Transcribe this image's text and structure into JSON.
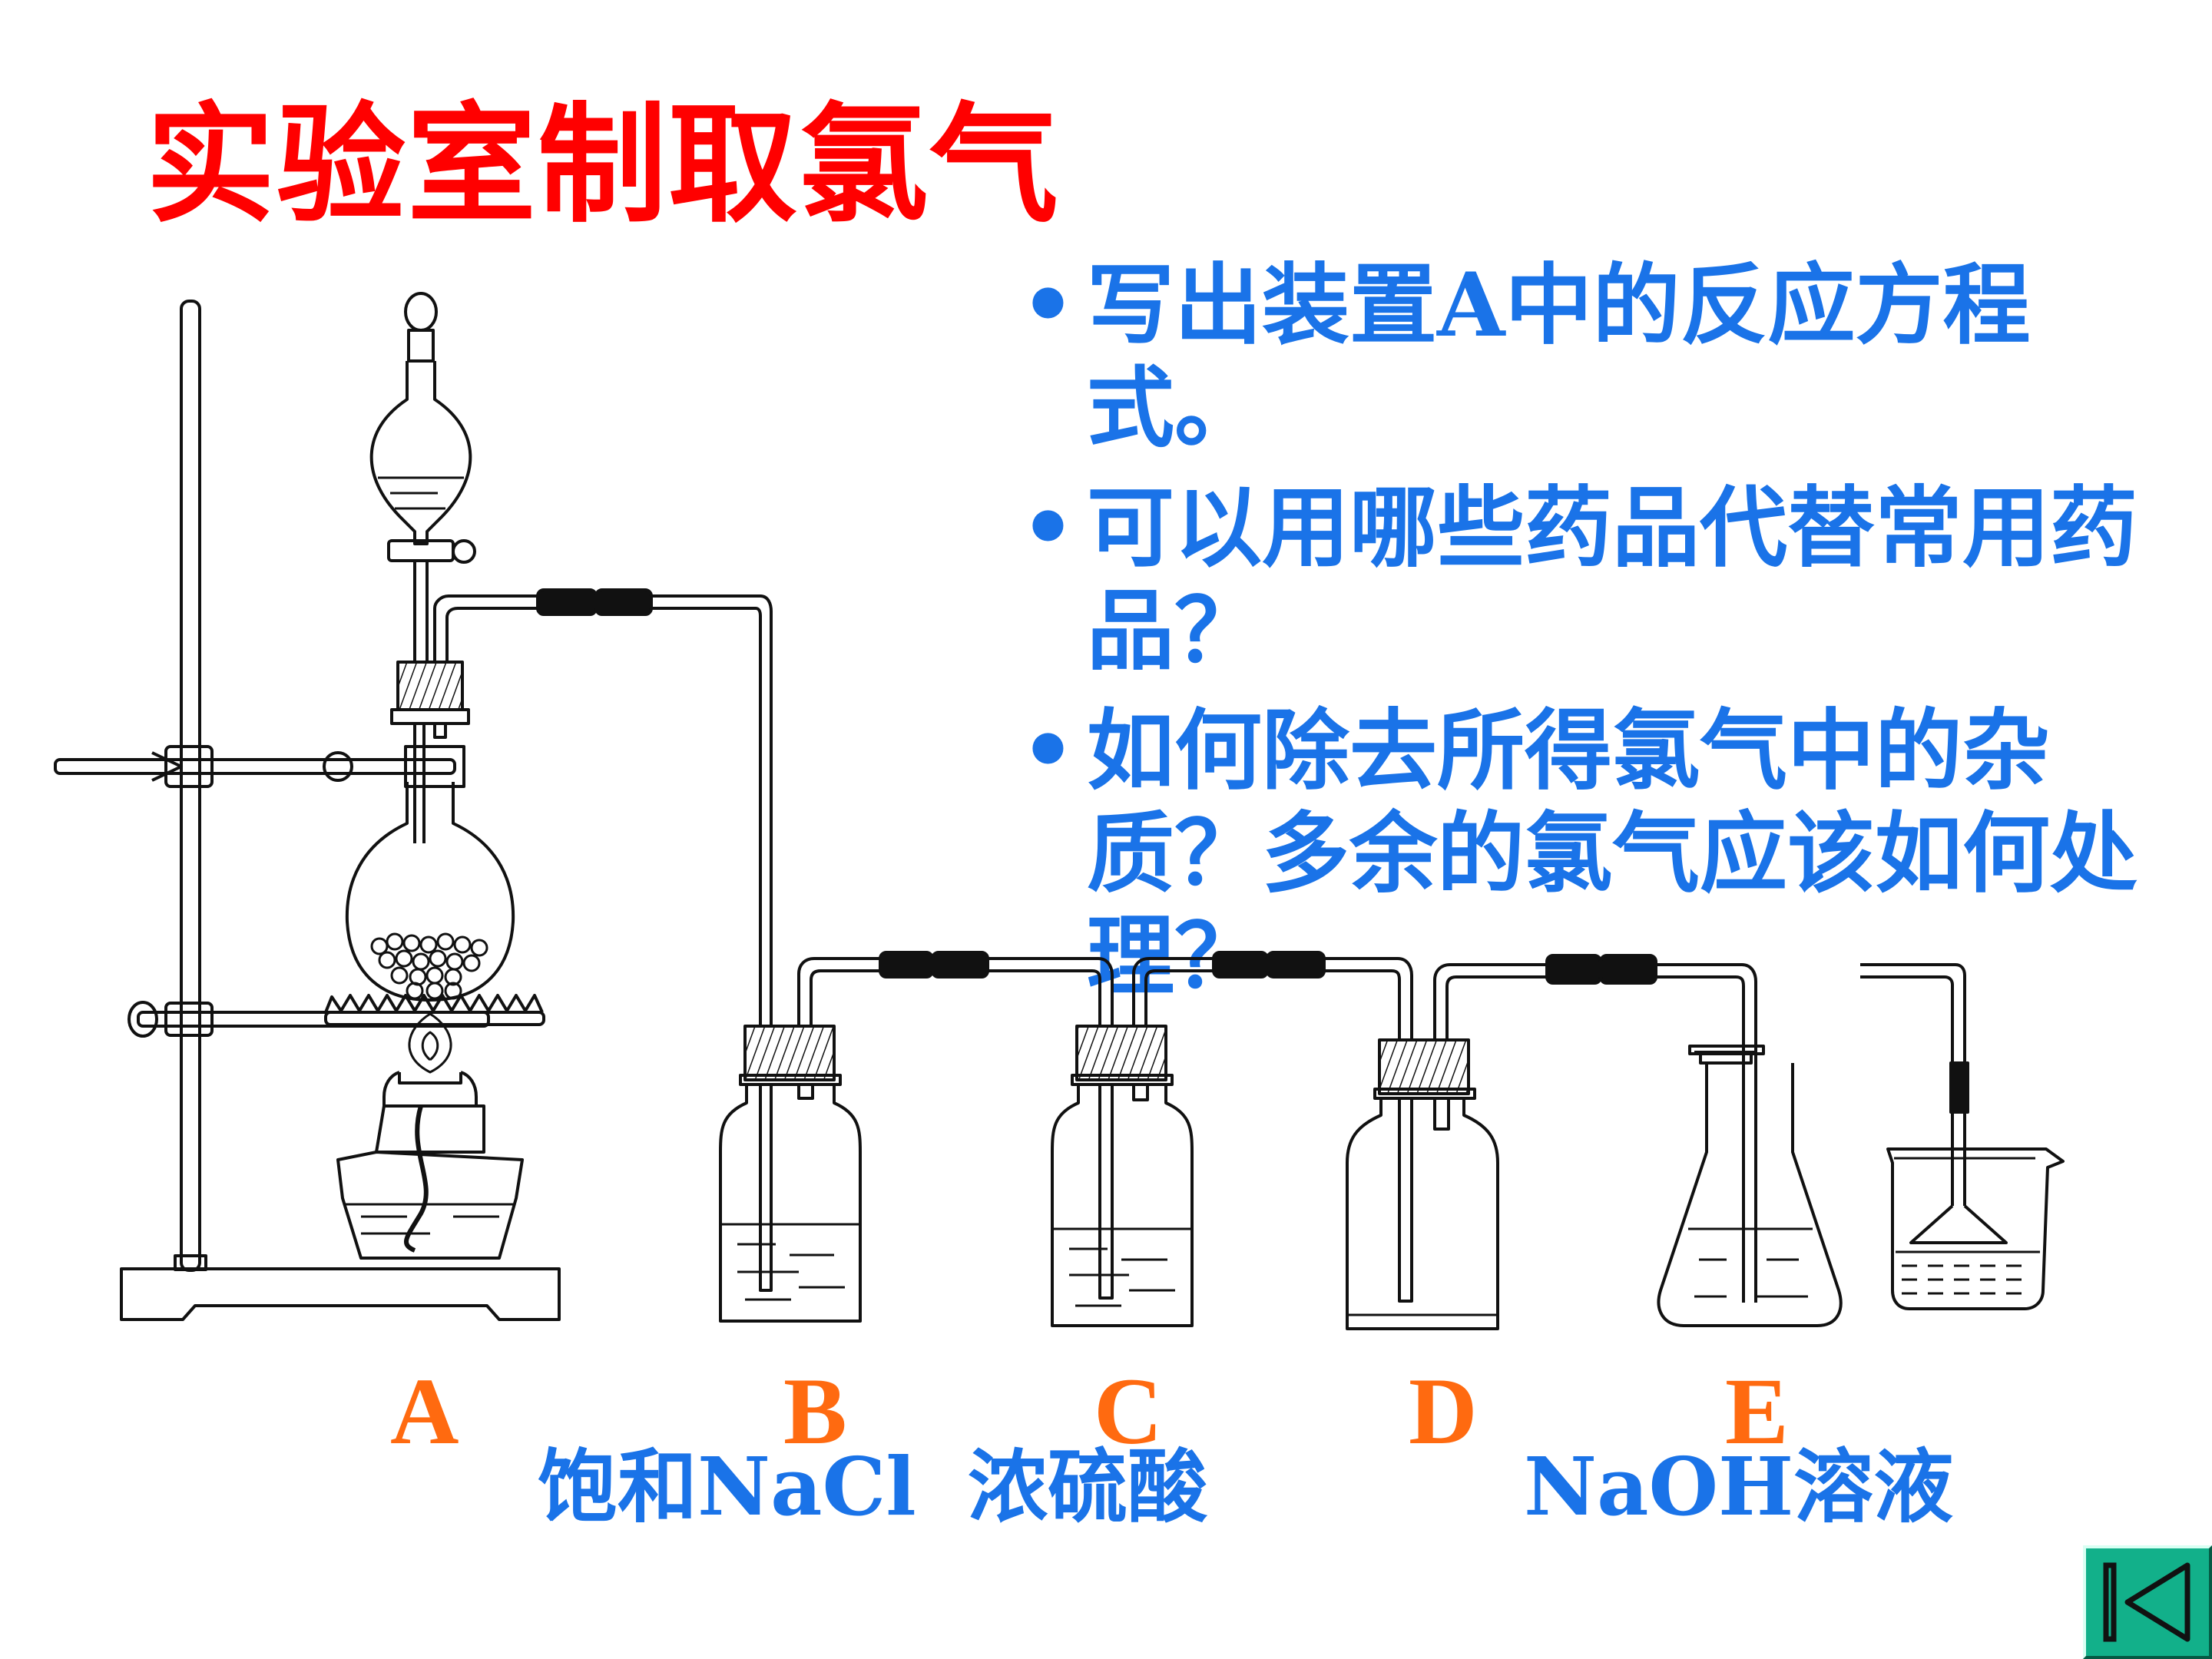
{
  "title": "实验室制取氯气",
  "bullets": [
    "写出装置A中的反应方程式。",
    "可以用哪些药品代替常用药品？",
    "如何除去所得氯气中的杂质？多余的氯气应该如何处理？"
  ],
  "bullet_marker": "•",
  "apparatus_labels": {
    "a": "A",
    "b": "B",
    "c": "C",
    "d": "D",
    "e": "E"
  },
  "reagents": {
    "b": "饱和NaCl",
    "c": "浓硫酸",
    "e": "NaOH溶液"
  },
  "colors": {
    "title": "#ff0000",
    "text": "#1a73e8",
    "labels": "#ff6a10",
    "nav_button": "#12b08a"
  },
  "icons": {
    "nav": "back-to-start-icon"
  }
}
